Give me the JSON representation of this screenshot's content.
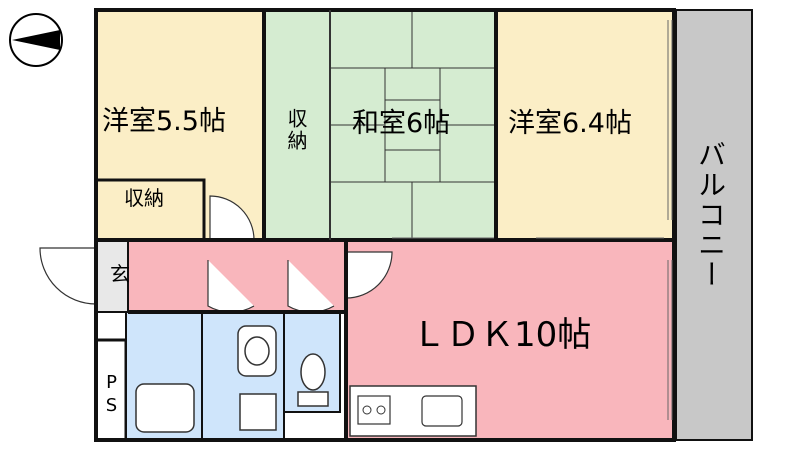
{
  "rooms": {
    "western1": "洋室5.5帖",
    "storage1": "収納",
    "storage2": "収納",
    "japanese": "和室6帖",
    "western2": "洋室6.4帖",
    "balcony": "バルコニー",
    "ldk": "ＬＤＫ10帖",
    "entrance": "玄",
    "ps": "PS"
  },
  "colors": {
    "western": "#fbeec6",
    "japanese": "#d5ecd1",
    "ldk": "#f9b6bc",
    "wet": "#cfe5fb",
    "balcony": "#c8c8c8",
    "wall": "#111111"
  },
  "icons": [
    "north-arrow-icon",
    "bathtub-icon",
    "washbasin-icon",
    "toilet-icon",
    "stove-icon",
    "sink-icon"
  ]
}
